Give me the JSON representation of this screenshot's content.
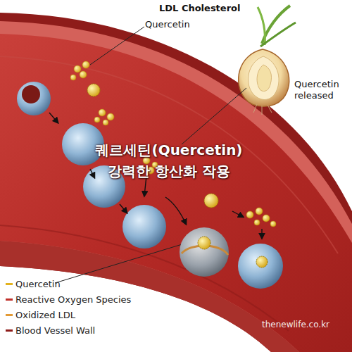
{
  "diagram": {
    "title": "퀘르세틴(Quercetin) 강력한 항산화 작용",
    "labels": [
      "LDL Cholesterol",
      "Quercetin",
      "Quercetin released",
      "thenewlife.co.kr"
    ],
    "legend": [
      {
        "text": "Quercetin",
        "color": "#e3b21e"
      },
      {
        "text": "Reactive Oxygen Species",
        "color": "#c0302a"
      },
      {
        "text": "Oxidized LDL",
        "color": "#e39a35"
      },
      {
        "text": "Blood Vessel Wall",
        "color": "#8e1c1a"
      }
    ]
  }
}
